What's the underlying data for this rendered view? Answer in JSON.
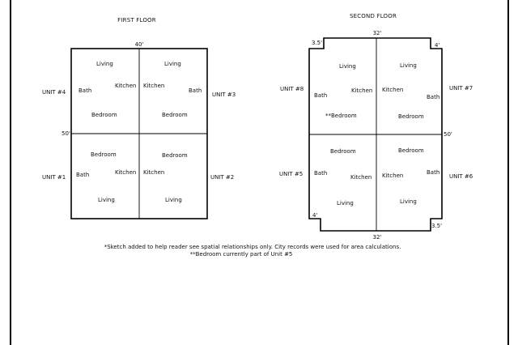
{
  "first_floor": {
    "title": "FIRST FLOOR",
    "dims": {
      "width": "40'",
      "depth": "50'"
    },
    "unit_labels": {
      "unit4": "UNIT #4",
      "unit3": "UNIT #3",
      "unit1": "UNIT #1",
      "unit2": "UNIT #2"
    },
    "rooms": {
      "tl_living": "Living",
      "tl_bath": "Bath",
      "tl_kitchen": "Kitchen",
      "tl_bedroom": "Bedroom",
      "tr_living": "Living",
      "tr_kitchen": "Kitchen",
      "tr_bath": "Bath",
      "tr_bedroom": "Bedroom",
      "bl_bedroom": "Bedroom",
      "bl_bath": "Bath",
      "bl_kitchen": "Kitchen",
      "bl_living": "Living",
      "br_bedroom": "Bedroom",
      "br_kitchen": "Kitchen",
      "br_living": "Living"
    }
  },
  "second_floor": {
    "title": "SECOND FLOOR",
    "dims": {
      "top": "32'",
      "bottom": "32'",
      "depth": "50'",
      "notch_tl": "3.5'",
      "notch_tr": "4'",
      "notch_bl": "4'",
      "notch_br": "3.5'"
    },
    "unit_labels": {
      "unit8": "UNIT #8",
      "unit7": "UNIT #7",
      "unit5": "UNIT #5",
      "unit6": "UNIT #6"
    },
    "rooms": {
      "tl_living": "Living",
      "tl_bath": "Bath",
      "tl_kitchen": "Kitchen",
      "tl_bedroom": "**Bedroom",
      "tr_living": "Living",
      "tr_kitchen": "Kitchen",
      "tr_bath": "Bath",
      "tr_bedroom": "Bedroom",
      "bl_bedroom": "Bedroom",
      "bl_bath": "Bath",
      "bl_kitchen": "Kitchen",
      "bl_living": "Living",
      "br_bedroom": "Bedroom",
      "br_kitchen": "Kitchen",
      "br_bath": "Bath",
      "br_living": "Living"
    }
  },
  "notes": {
    "line1": "*Sketch added to help reader see spatial relationships only.  City records were used for area calculations.",
    "line2": "**Bedroom currently part of Unit #5"
  }
}
